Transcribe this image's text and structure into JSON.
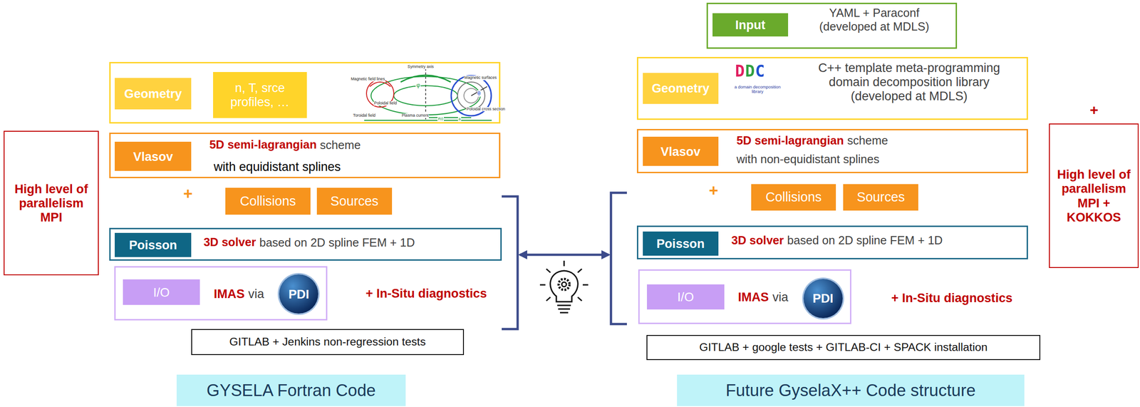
{
  "diagram": {
    "nodes": [
      {
        "text": []
      },
      {
        "text": [
          "Geometry"
        ],
        "in": 0
      },
      {
        "text": [
          "n, T, srce profiles, …"
        ],
        "in": 0
      },
      {
        "text": [
          "5D semi-lagrangian",
          "scheme",
          "with equidistant splines"
        ]
      },
      {
        "text": [
          "Vlasov"
        ],
        "in": 3
      },
      {
        "text": [
          "Collisions"
        ]
      },
      {
        "text": [
          "Sources"
        ]
      },
      {
        "text": [
          "3D solver",
          "based on 2D spline FEM + 1D"
        ]
      },
      {
        "text": [
          "Poisson"
        ],
        "in": 7
      },
      {
        "text": [
          "IMAS",
          "via"
        ]
      },
      {
        "text": [
          "I/O"
        ],
        "in": 9
      },
      {
        "text": [
          "PDI"
        ],
        "in": 9
      },
      {
        "text": [
          "GITLAB + Jenkins non-regression tests"
        ]
      },
      {
        "text": [
          "High level of parallelism MPI"
        ]
      },
      {
        "text": [
          "GYSELA Fortran Code"
        ]
      },
      {
        "text": [
          "YAML + Paraconf (developed at MDLS)"
        ]
      },
      {
        "text": [
          "Input"
        ],
        "in": 15
      },
      {
        "text": [
          "C++ template meta-programming domain decomposition library (developed at MDLS)"
        ]
      },
      {
        "text": [
          "Geometry"
        ],
        "in": 17
      },
      {
        "text": [
          "DDC",
          "a domain decomposition library"
        ],
        "in": 17
      },
      {
        "text": [
          "5D semi-lagrangian",
          "scheme",
          "with non-equidistant splines"
        ]
      },
      {
        "text": [
          "Vlasov"
        ],
        "in": 20
      },
      {
        "text": [
          "Collisions"
        ]
      },
      {
        "text": [
          "Sources"
        ]
      },
      {
        "text": [
          "3D solver",
          "based on 2D spline FEM + 1D"
        ]
      },
      {
        "text": [
          "Poisson"
        ],
        "in": 24
      },
      {
        "text": [
          "IMAS",
          "via"
        ]
      },
      {
        "text": [
          "I/O"
        ],
        "in": 26
      },
      {
        "text": [
          "PDI"
        ],
        "in": 26
      },
      {
        "text": [
          "GITLAB + google tests + GITLAB-CI + SPACK installation"
        ]
      },
      {
        "text": [
          "High level of parallelism MPI + KOKKOS"
        ]
      },
      {
        "text": [
          "Future GyselaX++ Code structure"
        ]
      }
    ],
    "labels": [
      "+",
      "+ In-Situ diagnostics",
      "+",
      "+ In-Situ diagnostics",
      "+",
      "Symmetry axis",
      "Magnetic field lines",
      "Magnetic surfaces",
      "Poloidal field",
      "Toroidal field",
      "Plasma current",
      "Poloidal cross section",
      "φ",
      "θ",
      "R0",
      "a"
    ]
  }
}
